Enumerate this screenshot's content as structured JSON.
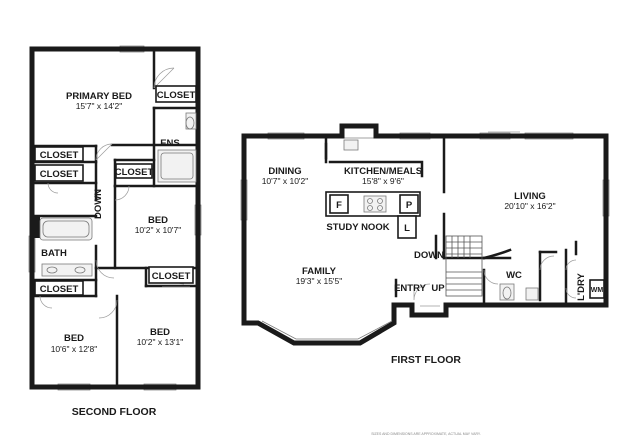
{
  "second_floor": {
    "title": "SECOND FLOOR",
    "primary_bed": {
      "name": "PRIMARY BED",
      "dims": "15'7\" x 14'2\""
    },
    "closet_primary": "CLOSET",
    "ens": "ENS",
    "closet_upper_left": "CLOSET",
    "closet_left": "CLOSET",
    "closet_center": "CLOSET",
    "down": "DOWN",
    "bed_middle": {
      "name": "BED",
      "dims": "10'2\" x 10'7\""
    },
    "bath": "BATH",
    "closet_right": "CLOSET",
    "closet_lower_left": "CLOSET",
    "bed_left": {
      "name": "BED",
      "dims": "10'6\" x 12'8\""
    },
    "bed_right": {
      "name": "BED",
      "dims": "10'2\" x 13'1\""
    }
  },
  "first_floor": {
    "title": "FIRST FLOOR",
    "dining": {
      "name": "DINING",
      "dims": "10'7\" x 10'2\""
    },
    "kitchen": {
      "name": "KITCHEN/MEALS",
      "dims": "15'8\" x 9'6\""
    },
    "living": {
      "name": "LIVING",
      "dims": "20'10\" x 16'2\""
    },
    "fridge": "F",
    "pantry": "P",
    "study_nook": "STUDY NOOK",
    "linen": "L",
    "family": {
      "name": "FAMILY",
      "dims": "19'3\" x 15'5\""
    },
    "down": "DOWN",
    "wc": "WC",
    "laundry": "L'DRY",
    "wm": "WM",
    "entry": "ENTRY",
    "up": "UP"
  },
  "disclaimer": "SIZES AND DIMENSIONS ARE APPROXIMATE, ACTUAL MAY VARY."
}
